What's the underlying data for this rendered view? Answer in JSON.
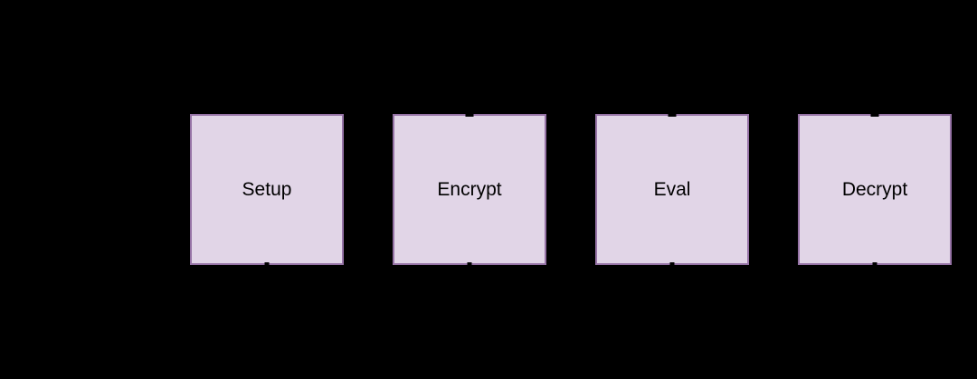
{
  "diagram": {
    "title": "",
    "background_color": "#000000",
    "node_fill_color": "#e1d5e7",
    "node_stroke_color": "#9673a6",
    "label_color": "#000000",
    "nodes": [
      {
        "label": "Setup",
        "connector_stubs": [
          "bottom"
        ]
      },
      {
        "label": "Encrypt",
        "connector_stubs": [
          "top",
          "bottom"
        ]
      },
      {
        "label": "Eval",
        "connector_stubs": [
          "top",
          "bottom"
        ]
      },
      {
        "label": "Decrypt",
        "connector_stubs": [
          "top",
          "bottom"
        ]
      }
    ]
  }
}
